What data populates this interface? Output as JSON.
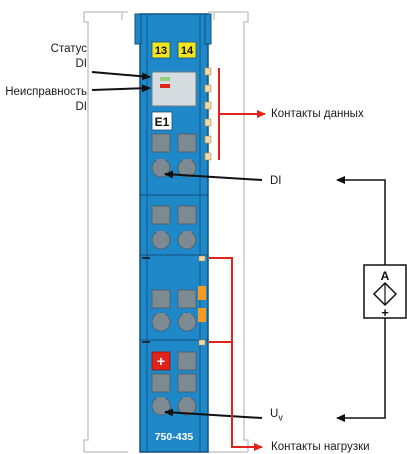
{
  "labels": {
    "status": "Статус",
    "status_sub": "DI",
    "fault": "Неисправность",
    "fault_sub": "DI",
    "data_contacts": "Контакты данных",
    "di": "DI",
    "uv": "U",
    "uv_sub": "v",
    "load_contacts": "Контакты нагрузки"
  },
  "module": {
    "led_13": "13",
    "led_14": "14",
    "channel": "E1",
    "power_mark": "+",
    "part_number": "750-435"
  },
  "sensor": {
    "top": "A",
    "bottom": "+"
  },
  "colors": {
    "module_blue": "#1e88c8",
    "module_dark": "#11517e",
    "led_yellow": "#f2e51d",
    "red_arrow": "#e2231a",
    "contact_orange": "#f59b20",
    "frame_gray": "#c8c8c8"
  }
}
